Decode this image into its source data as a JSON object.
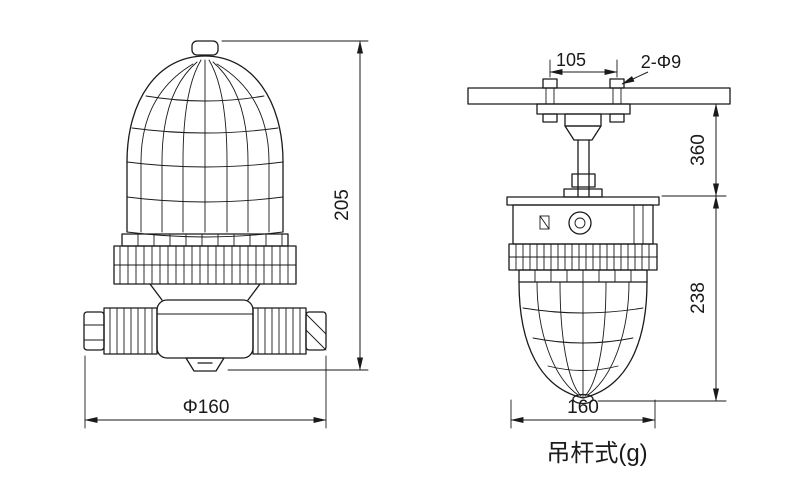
{
  "page": {
    "background": "#ffffff",
    "line_color": "#1a1a1a"
  },
  "caption": "吊杆式(g)",
  "front_view": {
    "dim_height": "205",
    "dim_diameter": "Φ160"
  },
  "pendant_view": {
    "dim_bolt_spacing": "105",
    "dim_bolt_holes": "2-Φ9",
    "dim_suspension": "360",
    "dim_lamp_height": "238",
    "dim_lamp_width": "160"
  }
}
